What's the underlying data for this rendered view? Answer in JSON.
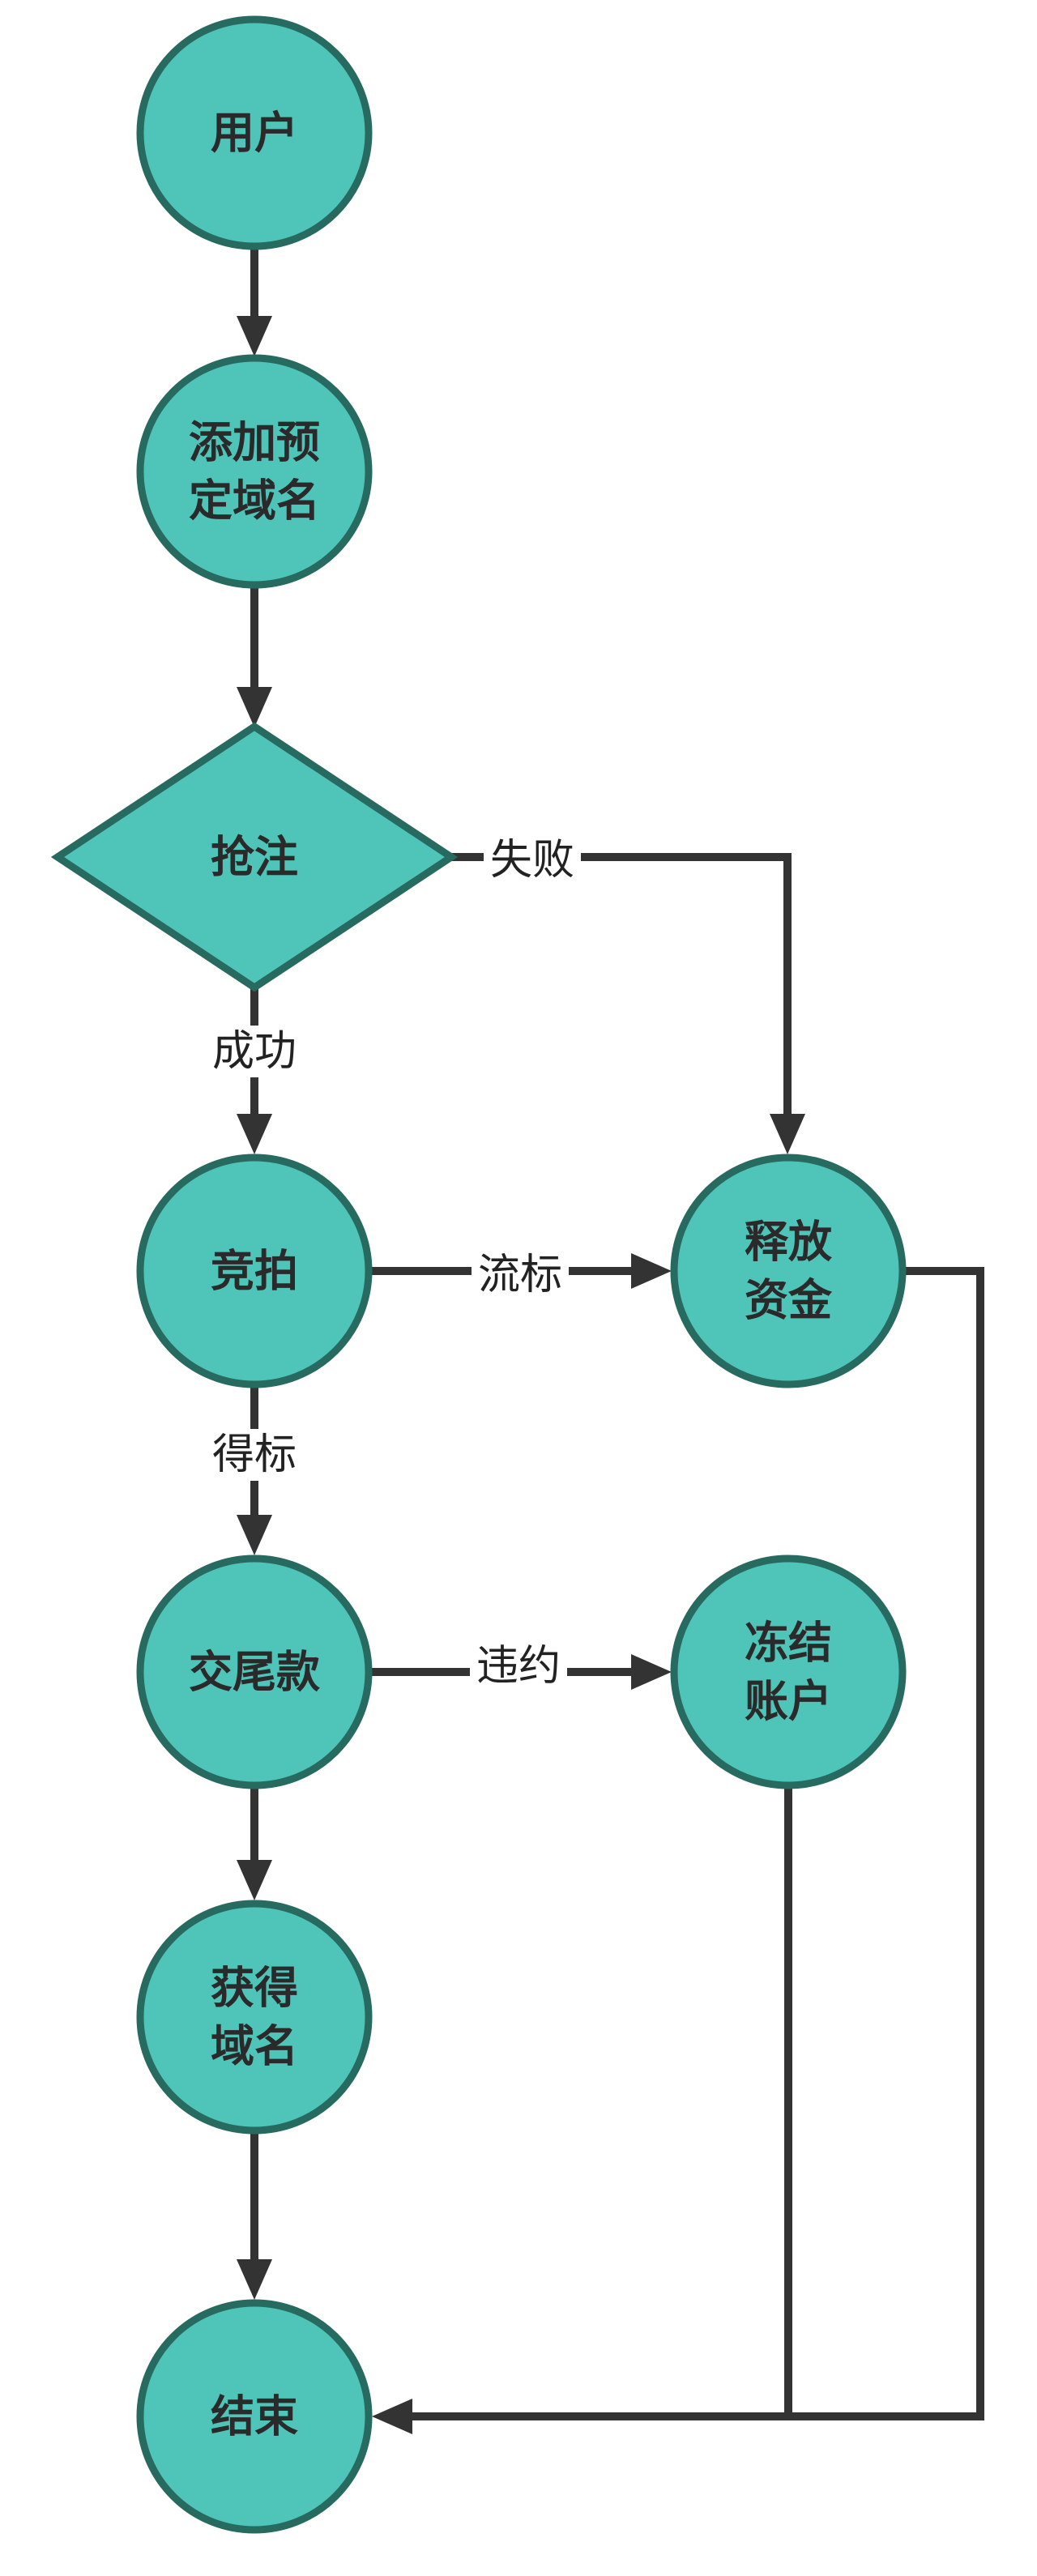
{
  "diagram": {
    "type": "flowchart",
    "title": "",
    "colors": {
      "node_fill": "#4fc4b9",
      "node_stroke": "#276a60",
      "edge": "#333333",
      "text": "#2a2a2a"
    },
    "nodes": [
      {
        "id": "user",
        "shape": "circle",
        "lines": [
          "用户"
        ]
      },
      {
        "id": "add_domain",
        "shape": "circle",
        "lines": [
          "添加预",
          "定域名"
        ]
      },
      {
        "id": "snatch",
        "shape": "diamond",
        "lines": [
          "抢注"
        ]
      },
      {
        "id": "auction",
        "shape": "circle",
        "lines": [
          "竞拍"
        ]
      },
      {
        "id": "release_funds",
        "shape": "circle",
        "lines": [
          "释放",
          "资金"
        ]
      },
      {
        "id": "pay_balance",
        "shape": "circle",
        "lines": [
          "交尾款"
        ]
      },
      {
        "id": "freeze_account",
        "shape": "circle",
        "lines": [
          "冻结",
          "账户"
        ]
      },
      {
        "id": "get_domain",
        "shape": "circle",
        "lines": [
          "获得",
          "域名"
        ]
      },
      {
        "id": "end",
        "shape": "circle",
        "lines": [
          "结束"
        ]
      }
    ],
    "edges": [
      {
        "id": "e1",
        "from": "user",
        "to": "add_domain",
        "label": ""
      },
      {
        "id": "e2",
        "from": "add_domain",
        "to": "snatch",
        "label": ""
      },
      {
        "id": "e3",
        "from": "snatch",
        "to": "release_funds",
        "label": "失败"
      },
      {
        "id": "e4",
        "from": "snatch",
        "to": "auction",
        "label": "成功"
      },
      {
        "id": "e5",
        "from": "auction",
        "to": "release_funds",
        "label": "流标"
      },
      {
        "id": "e6",
        "from": "release_funds",
        "to": "end",
        "label": ""
      },
      {
        "id": "e7",
        "from": "auction",
        "to": "pay_balance",
        "label": "得标"
      },
      {
        "id": "e8",
        "from": "pay_balance",
        "to": "freeze_account",
        "label": "违约"
      },
      {
        "id": "e9",
        "from": "freeze_account",
        "to": "end",
        "label": ""
      },
      {
        "id": "e10",
        "from": "pay_balance",
        "to": "get_domain",
        "label": ""
      },
      {
        "id": "e11",
        "from": "get_domain",
        "to": "end",
        "label": ""
      }
    ]
  }
}
